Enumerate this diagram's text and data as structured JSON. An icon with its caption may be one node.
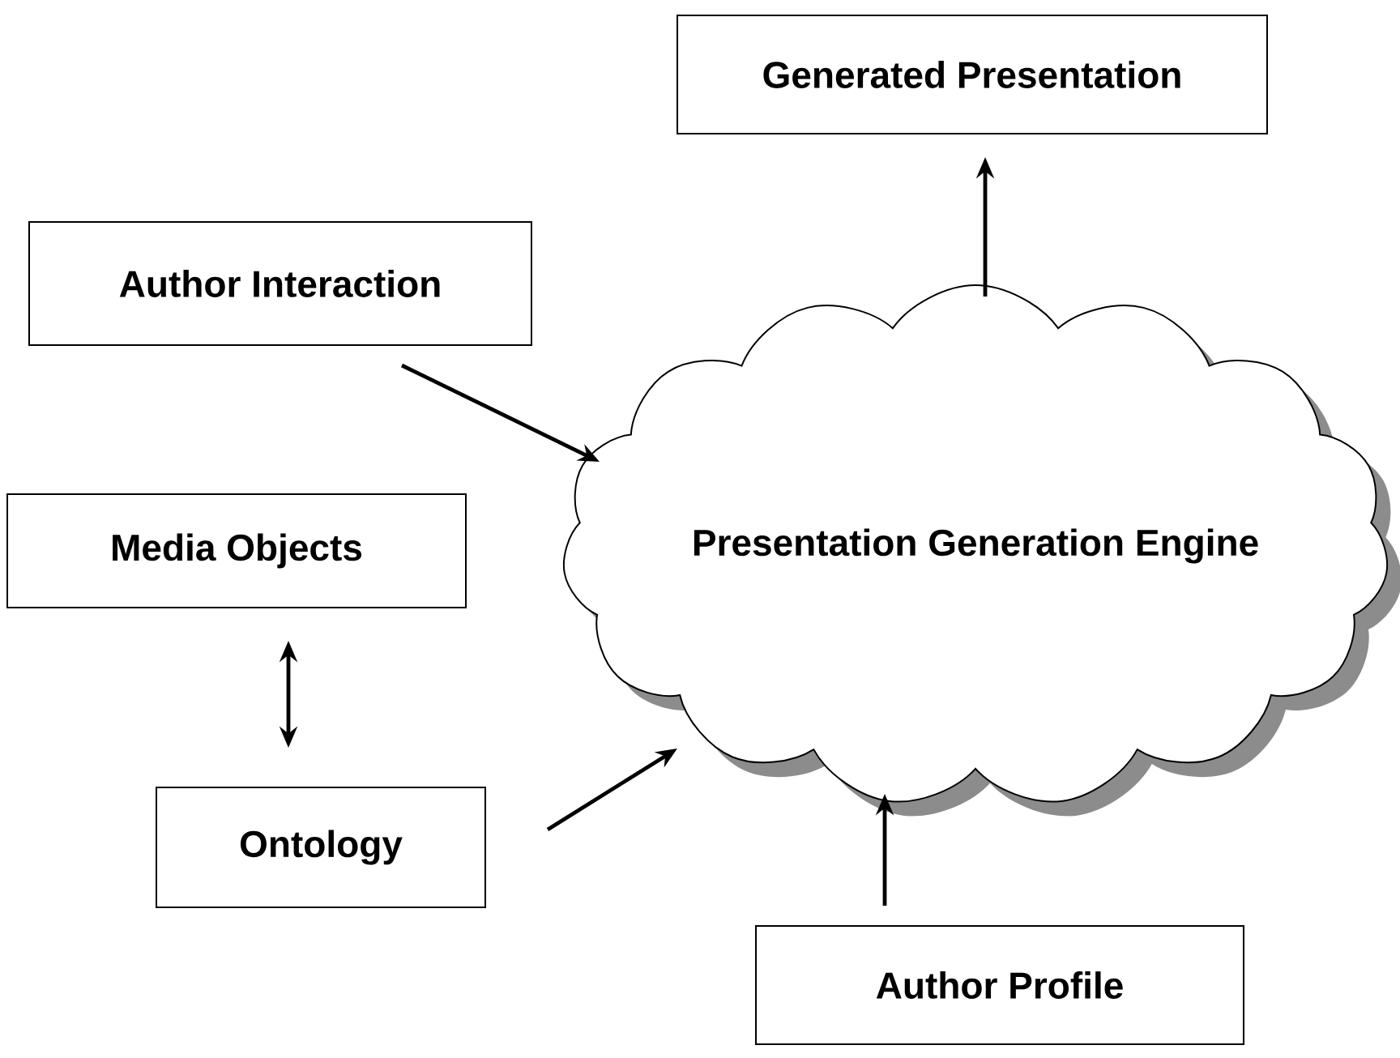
{
  "diagram": {
    "nodes": [
      {
        "text": [
          "Generated Presentation"
        ]
      },
      {
        "text": [
          "Author Interaction"
        ]
      },
      {
        "text": [
          "Media Objects"
        ]
      },
      {
        "text": [
          "Ontology"
        ]
      },
      {
        "text": [
          "Presentation Generation Engine"
        ]
      },
      {
        "text": [
          "Author Profile"
        ]
      }
    ],
    "edges": [
      {
        "from": 4,
        "to": 0,
        "arrow": "to"
      },
      {
        "from": 1,
        "to": 4,
        "arrow": "to"
      },
      {
        "from": 2,
        "to": 3,
        "arrow": "both"
      },
      {
        "from": 3,
        "to": 4,
        "arrow": "to"
      },
      {
        "from": 5,
        "to": 4,
        "arrow": "to"
      }
    ]
  }
}
